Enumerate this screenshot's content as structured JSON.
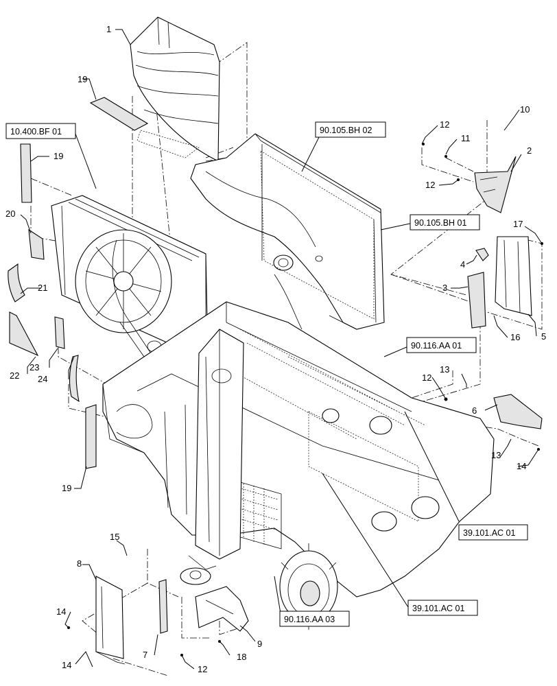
{
  "callouts": [
    {
      "id": "c1",
      "text": "1"
    },
    {
      "id": "c19a",
      "text": "19"
    },
    {
      "id": "c19b",
      "text": "19"
    },
    {
      "id": "c19c",
      "text": "19"
    },
    {
      "id": "c20",
      "text": "20"
    },
    {
      "id": "c21",
      "text": "21"
    },
    {
      "id": "c22",
      "text": "22"
    },
    {
      "id": "c23",
      "text": "23"
    },
    {
      "id": "c24",
      "text": "24"
    },
    {
      "id": "c10",
      "text": "10"
    },
    {
      "id": "c12a",
      "text": "12"
    },
    {
      "id": "c11",
      "text": "11"
    },
    {
      "id": "c2",
      "text": "2"
    },
    {
      "id": "c12b",
      "text": "12"
    },
    {
      "id": "c17",
      "text": "17"
    },
    {
      "id": "c4",
      "text": "4"
    },
    {
      "id": "c3",
      "text": "3"
    },
    {
      "id": "c16",
      "text": "16"
    },
    {
      "id": "c5",
      "text": "5"
    },
    {
      "id": "c13a",
      "text": "13"
    },
    {
      "id": "c12c",
      "text": "12"
    },
    {
      "id": "c6",
      "text": "6"
    },
    {
      "id": "c13b",
      "text": "13"
    },
    {
      "id": "c14a",
      "text": "14"
    },
    {
      "id": "c15",
      "text": "15"
    },
    {
      "id": "c8",
      "text": "8"
    },
    {
      "id": "c14b",
      "text": "14"
    },
    {
      "id": "c14c",
      "text": "14"
    },
    {
      "id": "c7",
      "text": "7"
    },
    {
      "id": "c12d",
      "text": "12"
    },
    {
      "id": "c18",
      "text": "18"
    },
    {
      "id": "c9",
      "text": "9"
    }
  ],
  "references": [
    {
      "id": "r1",
      "text": "10.400.BF 01"
    },
    {
      "id": "r2",
      "text": "90.105.BH 02"
    },
    {
      "id": "r3",
      "text": "90.105.BH 01"
    },
    {
      "id": "r4",
      "text": "90.116.AA 01"
    },
    {
      "id": "r5",
      "text": "39.101.AC 01"
    },
    {
      "id": "r6",
      "text": "39.101.AC 01"
    },
    {
      "id": "r7",
      "text": "90.116.AA 03"
    }
  ]
}
